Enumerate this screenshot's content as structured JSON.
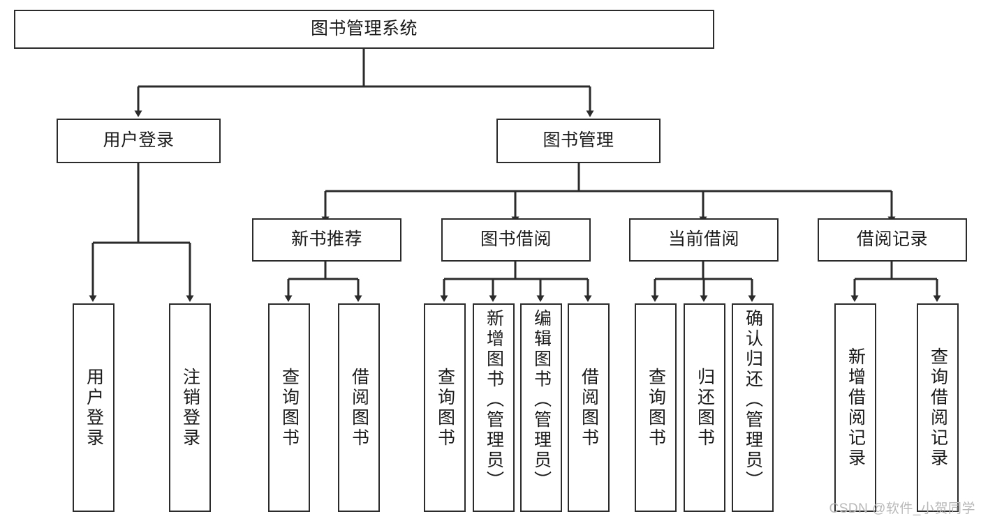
{
  "diagram": {
    "title": "图书管理系统",
    "type": "tree",
    "watermark": "CSDN @软件_小贺同学",
    "root": {
      "label": "图书管理系统"
    },
    "level1": [
      {
        "label": "用户登录"
      },
      {
        "label": "图书管理"
      }
    ],
    "level2": [
      {
        "label": "新书推荐"
      },
      {
        "label": "图书借阅"
      },
      {
        "label": "当前借阅"
      },
      {
        "label": "借阅记录"
      }
    ],
    "leaves": {
      "user_login": [
        {
          "label": "用户登录"
        },
        {
          "label": "注销登录"
        }
      ],
      "new_book_rec": [
        {
          "label": "查询图书"
        },
        {
          "label": "借阅图书"
        }
      ],
      "book_borrow": [
        {
          "label": "查询图书"
        },
        {
          "label": "新增图书（管理员）"
        },
        {
          "label": "编辑图书（管理员）"
        },
        {
          "label": "借阅图书"
        }
      ],
      "current_borrow": [
        {
          "label": "查询图书"
        },
        {
          "label": "归还图书"
        },
        {
          "label": "确认归还（管理员）"
        }
      ],
      "borrow_record": [
        {
          "label": "新增借阅记录"
        },
        {
          "label": "查询借阅记录"
        }
      ]
    },
    "colors": {
      "stroke": "#2b2b2b",
      "fill": "#ffffff",
      "text": "#1a1a1a",
      "watermark": "#b8b8b8"
    }
  }
}
